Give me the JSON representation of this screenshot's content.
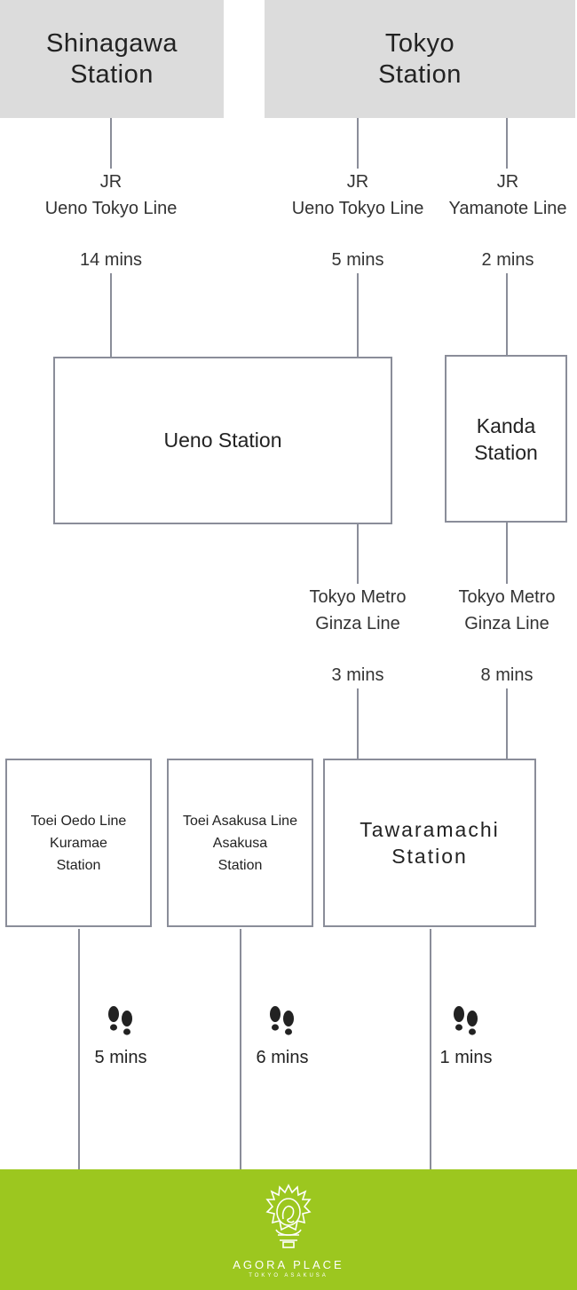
{
  "origins": {
    "shinagawa": {
      "name_line1": "Shinagawa",
      "name_line2": "Station"
    },
    "tokyo": {
      "name_line1": "Tokyo",
      "name_line2": "Station"
    }
  },
  "routes": {
    "shinagawa_ueno": {
      "operator": "JR",
      "line": "Ueno Tokyo Line",
      "time": "14 mins"
    },
    "tokyo_ueno": {
      "operator": "JR",
      "line": "Ueno Tokyo Line",
      "time": "5 mins"
    },
    "tokyo_kanda": {
      "operator": "JR",
      "line": "Yamanote Line",
      "time": "2 mins"
    },
    "ueno_tawaramachi": {
      "line1": "Tokyo Metro",
      "line2": "Ginza Line",
      "time": "3 mins"
    },
    "kanda_tawaramachi": {
      "line1": "Tokyo Metro",
      "line2": "Ginza Line",
      "time": "8 mins"
    }
  },
  "transfers": {
    "ueno": {
      "name": "Ueno Station"
    },
    "kanda": {
      "name_line1": "Kanda",
      "name_line2": "Station"
    }
  },
  "final_stations": {
    "kuramae": {
      "line1": "Toei Oedo Line",
      "line2": "Kuramae",
      "line3": "Station"
    },
    "asakusa": {
      "line1": "Toei Asakusa Line",
      "line2": "Asakusa",
      "line3": "Station"
    },
    "tawaramachi": {
      "line1": "Tawaramachi",
      "line2": "Station"
    }
  },
  "walks": {
    "icon": "footprints-icon",
    "kuramae": "5 mins",
    "asakusa": "6 mins",
    "tawaramachi": "1 mins"
  },
  "destination": {
    "brand": "AGORA PLACE",
    "subtitle": "TOKYO ASAKUSA",
    "color": "#9cc71f"
  }
}
